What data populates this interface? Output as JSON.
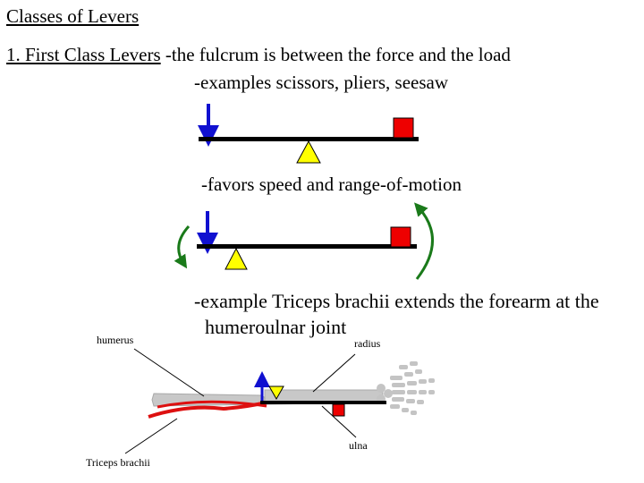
{
  "title": "Classes of Levers",
  "heading": {
    "label": "1.  First Class Levers",
    "definition": " -the fulcrum is between the force and the load"
  },
  "examples": "-examples scissors, pliers, seesaw",
  "favors": "-favors speed and range-of-motion",
  "example_muscle": {
    "line1": "-example Triceps brachii extends the forearm at the",
    "line2": "humeroulnar joint"
  },
  "anatomy_labels": {
    "humerus": "humerus",
    "radius": "radius",
    "ulna": "ulna",
    "triceps": "Triceps brachii"
  },
  "colors": {
    "force_arrow": "#1010d0",
    "load": "#ee0000",
    "fulcrum": "#ffff00",
    "rotation_arrow": "#1a7a1a",
    "lever_bar": "#000000",
    "bone": "#c0c0c0",
    "muscle": "#dd1010"
  }
}
